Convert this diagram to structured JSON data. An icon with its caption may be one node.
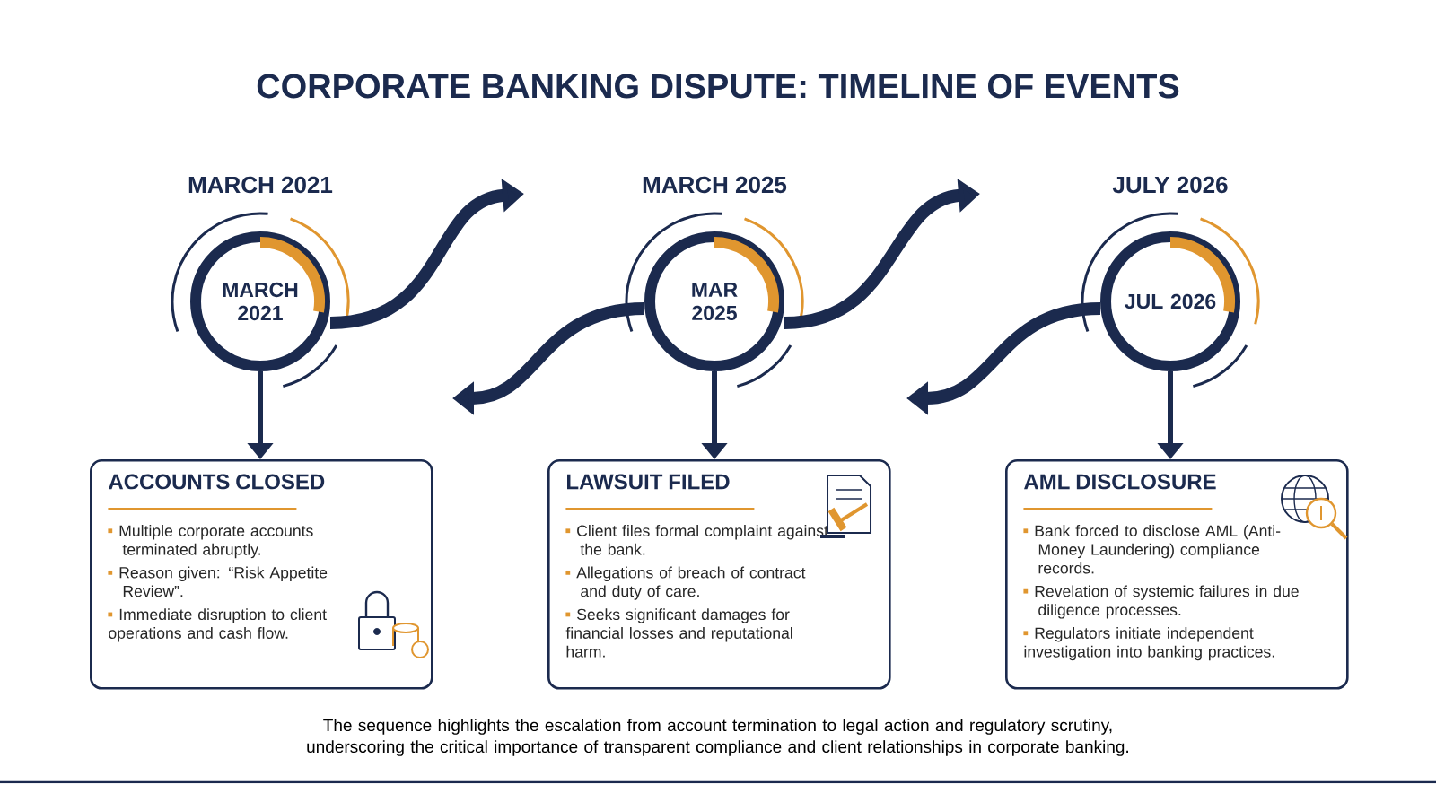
{
  "diagram": {
    "title": "CORPORATE BANKING DISPUTE: TIMELINE OF EVENTS",
    "caption": "The sequence highlights the escalation from account termination to legal action and regulatory scrutiny, underscoring the critical importance of transparent compliance and client relationships in corporate banking.",
    "nodes": [
      {
        "text": [
          "MARCH 2021"
        ],
        "beside": [
          "MARCH 2021"
        ]
      },
      {
        "text": [
          "MAR 2025"
        ],
        "beside": [
          "MARCH 2025"
        ]
      },
      {
        "text": [
          "JUL 2026"
        ],
        "beside": [
          "JULY 2026"
        ]
      },
      {
        "text": [
          "ACCOUNTS CLOSED",
          "Multiple corporate accounts terminated abruptly.",
          "Reason given: “Risk Appetite Review”.",
          "Immediate disruption to client operations and cash flow."
        ]
      },
      {
        "text": [
          "LAWSUIT FILED",
          "Client files formal complaint against the bank.",
          "Allegations of breach of contract and duty of care.",
          "Seeks significant damages for financial losses and reputational harm."
        ]
      },
      {
        "text": [
          "AML DISCLOSURE",
          "Bank forced to disclose AML (Anti-Money Laundering) compliance records.",
          "Revelation of systemic failures in due diligence processes.",
          "Regulators initiate independent investigation into banking practices."
        ]
      }
    ],
    "edges": [
      {
        "from": 0,
        "to": null,
        "arrow": "to"
      },
      {
        "from": 1,
        "to": null,
        "arrow": "to"
      },
      {
        "from": 1,
        "to": null,
        "arrow": "to"
      },
      {
        "from": 2,
        "to": null,
        "arrow": "to"
      },
      {
        "from": 0,
        "to": 3,
        "arrow": "to"
      },
      {
        "from": 1,
        "to": 4,
        "arrow": "to"
      },
      {
        "from": 2,
        "to": 5,
        "arrow": "to"
      }
    ]
  }
}
